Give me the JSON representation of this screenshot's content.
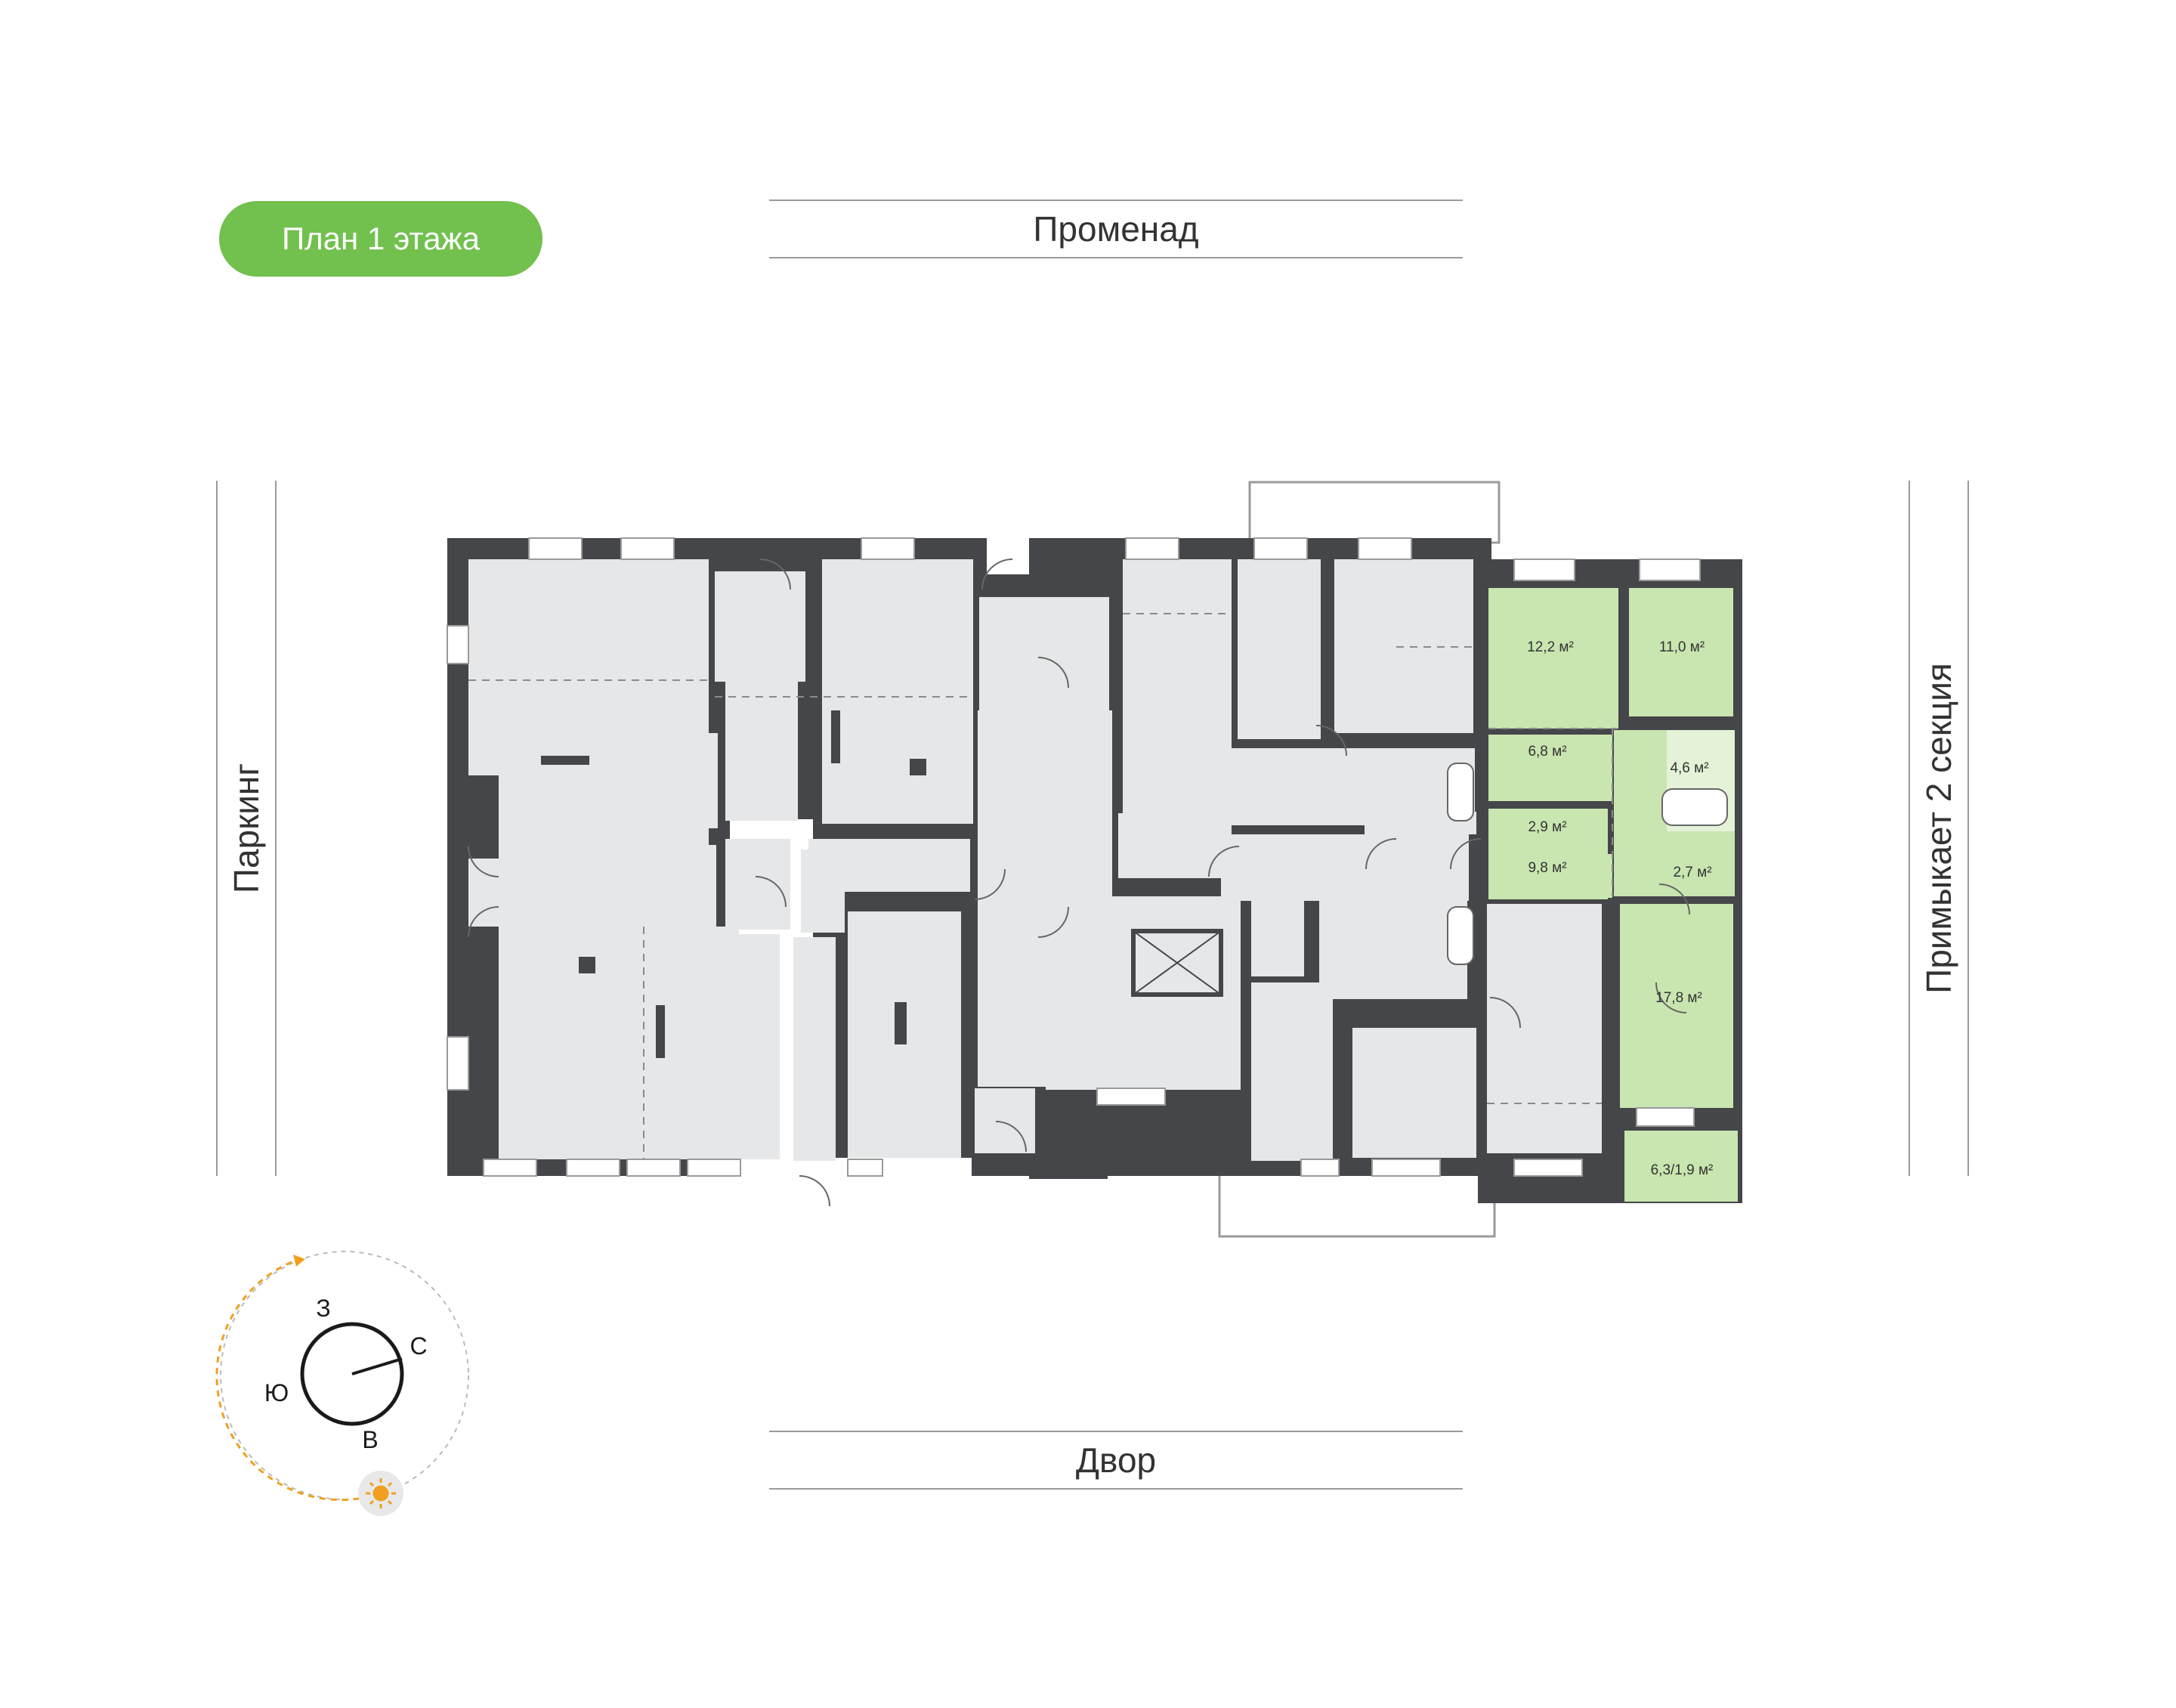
{
  "title": "План 1 этажа",
  "streets": {
    "top": "Променад",
    "bottom": "Двор",
    "left": "Паркинг",
    "right": "Примыкает 2 секция"
  },
  "apartment": {
    "highlight_color": "#c9e5b0",
    "rooms": [
      {
        "id": "room-12-2",
        "area": "12,2 м²"
      },
      {
        "id": "room-11-0",
        "area": "11,0 м²"
      },
      {
        "id": "kitchen-6-8",
        "area": "6,8 м²"
      },
      {
        "id": "bath-4-6",
        "area": "4,6 м²"
      },
      {
        "id": "wc-2-9",
        "area": "2,9 м²"
      },
      {
        "id": "hall-9-8",
        "area": "9,8 м²"
      },
      {
        "id": "wc-2-7",
        "area": "2,7 м²"
      },
      {
        "id": "room-17-8",
        "area": "17,8 м²"
      },
      {
        "id": "balcony",
        "area": "6,3/1,9 м²"
      }
    ]
  },
  "compass": {
    "labels": {
      "north": "С",
      "south": "Ю",
      "east": "В",
      "west": "З"
    },
    "sun_color": "#f0a020",
    "path_color": "#f0a020"
  },
  "colors": {
    "wall": "#444649",
    "floor": "#e6e7e8",
    "accent": "#72c04e"
  }
}
